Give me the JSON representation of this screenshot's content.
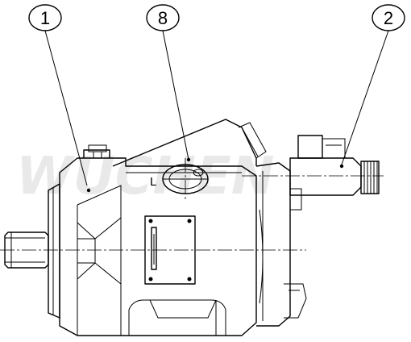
{
  "watermark": {
    "text": "WUCHEN"
  },
  "balloons": [
    {
      "id": "1",
      "label": "1"
    },
    {
      "id": "8",
      "label": "8"
    },
    {
      "id": "2",
      "label": "2"
    }
  ],
  "port_label": "L"
}
